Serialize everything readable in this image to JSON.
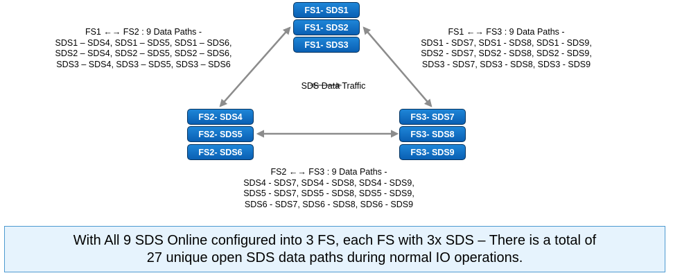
{
  "nodes": [
    {
      "id": "fs1-sds1",
      "label": "FS1- SDS1"
    },
    {
      "id": "fs1-sds2",
      "label": "FS1- SDS2"
    },
    {
      "id": "fs1-sds3",
      "label": "FS1- SDS3"
    },
    {
      "id": "fs2-sds4",
      "label": "FS2- SDS4"
    },
    {
      "id": "fs2-sds5",
      "label": "FS2- SDS5"
    },
    {
      "id": "fs2-sds6",
      "label": "FS2- SDS6"
    },
    {
      "id": "fs3-sds7",
      "label": "FS3- SDS7"
    },
    {
      "id": "fs3-sds8",
      "label": "FS3- SDS8"
    },
    {
      "id": "fs3-sds9",
      "label": "FS3- SDS9"
    }
  ],
  "path_labels": {
    "fs1_fs2": {
      "heading": "FS1 ←→ FS2 : 9 Data Paths -",
      "lines": [
        "SDS1 – SDS4, SDS1 – SDS5, SDS1 – SDS6,",
        "SDS2 – SDS4, SDS2 – SDS5, SDS2 – SDS6,",
        "SDS3 – SDS4, SDS3 – SDS5, SDS3 – SDS6"
      ]
    },
    "fs1_fs3": {
      "heading": "FS1 ←→ FS3 : 9 Data Paths -",
      "lines": [
        "SDS1 - SDS7, SDS1 - SDS8, SDS1 - SDS9,",
        "SDS2 - SDS7, SDS2 - SDS8, SDS2 - SDS9,",
        "SDS3 - SDS7, SDS3 - SDS8, SDS3 - SDS9"
      ]
    },
    "fs2_fs3": {
      "heading": "FS2 ←→ FS3 : 9 Data Paths -",
      "lines": [
        "SDS4 - SDS7, SDS4 - SDS8, SDS4 - SDS9,",
        "SDS5 - SDS7, SDS5 - SDS8, SDS5 - SDS9,",
        "SDS6 - SDS7, SDS6 - SDS8, SDS6 - SDS9"
      ]
    }
  },
  "legend": {
    "traffic_label": "SDS Data Traffic"
  },
  "summary": {
    "line1": "With All 9 SDS Online configured into 3 FS, each FS with 3x SDS – There is a total of",
    "line2": "27 unique open SDS data paths during normal IO operations."
  },
  "colors": {
    "node_fill": "#0a6ac4",
    "node_border": "#07335e",
    "arrow": "#8c8c8c",
    "summary_bg": "#e6f3fd",
    "summary_border": "#4d9ad0"
  }
}
